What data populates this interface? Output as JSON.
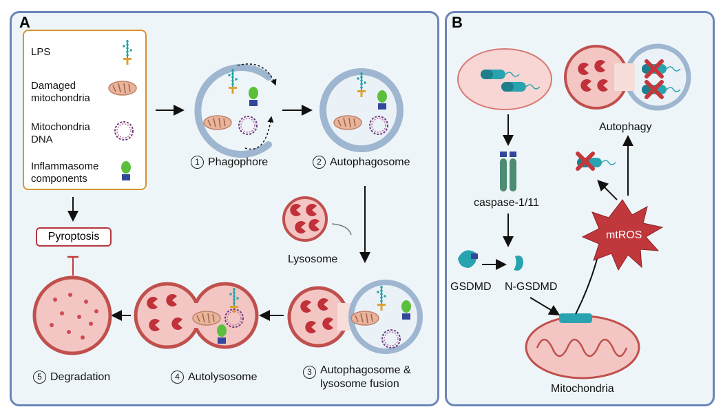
{
  "panel_a": {
    "label": "A",
    "legend": [
      {
        "text": "LPS",
        "icon": "lps-icon"
      },
      {
        "text": "Damaged\nmitochondria",
        "icon": "damaged-mitochondria-icon"
      },
      {
        "text": "Mitochondria\nDNA",
        "icon": "mitochondria-dna-icon"
      },
      {
        "text": "Inflammasome\ncomponents",
        "icon": "inflammasome-icon"
      }
    ],
    "steps": {
      "s1": {
        "num": "1",
        "label": "Phagophore"
      },
      "s2": {
        "num": "2",
        "label": "Autophagosome"
      },
      "s3": {
        "num": "3",
        "label": "Autophagosome &\nlysosome fusion"
      },
      "s4": {
        "num": "4",
        "label": "Autolysosome"
      },
      "s5": {
        "num": "5",
        "label": "Degradation"
      }
    },
    "lysosome": "Lysosome",
    "pyroptosis": "Pyroptosis"
  },
  "panel_b": {
    "label": "B",
    "caspase": "caspase-1/11",
    "gsdmd": "GSDMD",
    "ngsdmd": "N-GSDMD",
    "mtros": "mtROS",
    "autophagy": "Autophagy",
    "mitochondria": "Mitochondria"
  },
  "colors": {
    "panel_border": "#6b85b8",
    "panel_bg": "#eef5f9",
    "legend_border": "#d9922b",
    "pyroptosis_border": "#b6363d",
    "lysosome_fill": "#f3c6c3",
    "lysosome_border": "#c0504d",
    "mtros": "#c0383c"
  }
}
